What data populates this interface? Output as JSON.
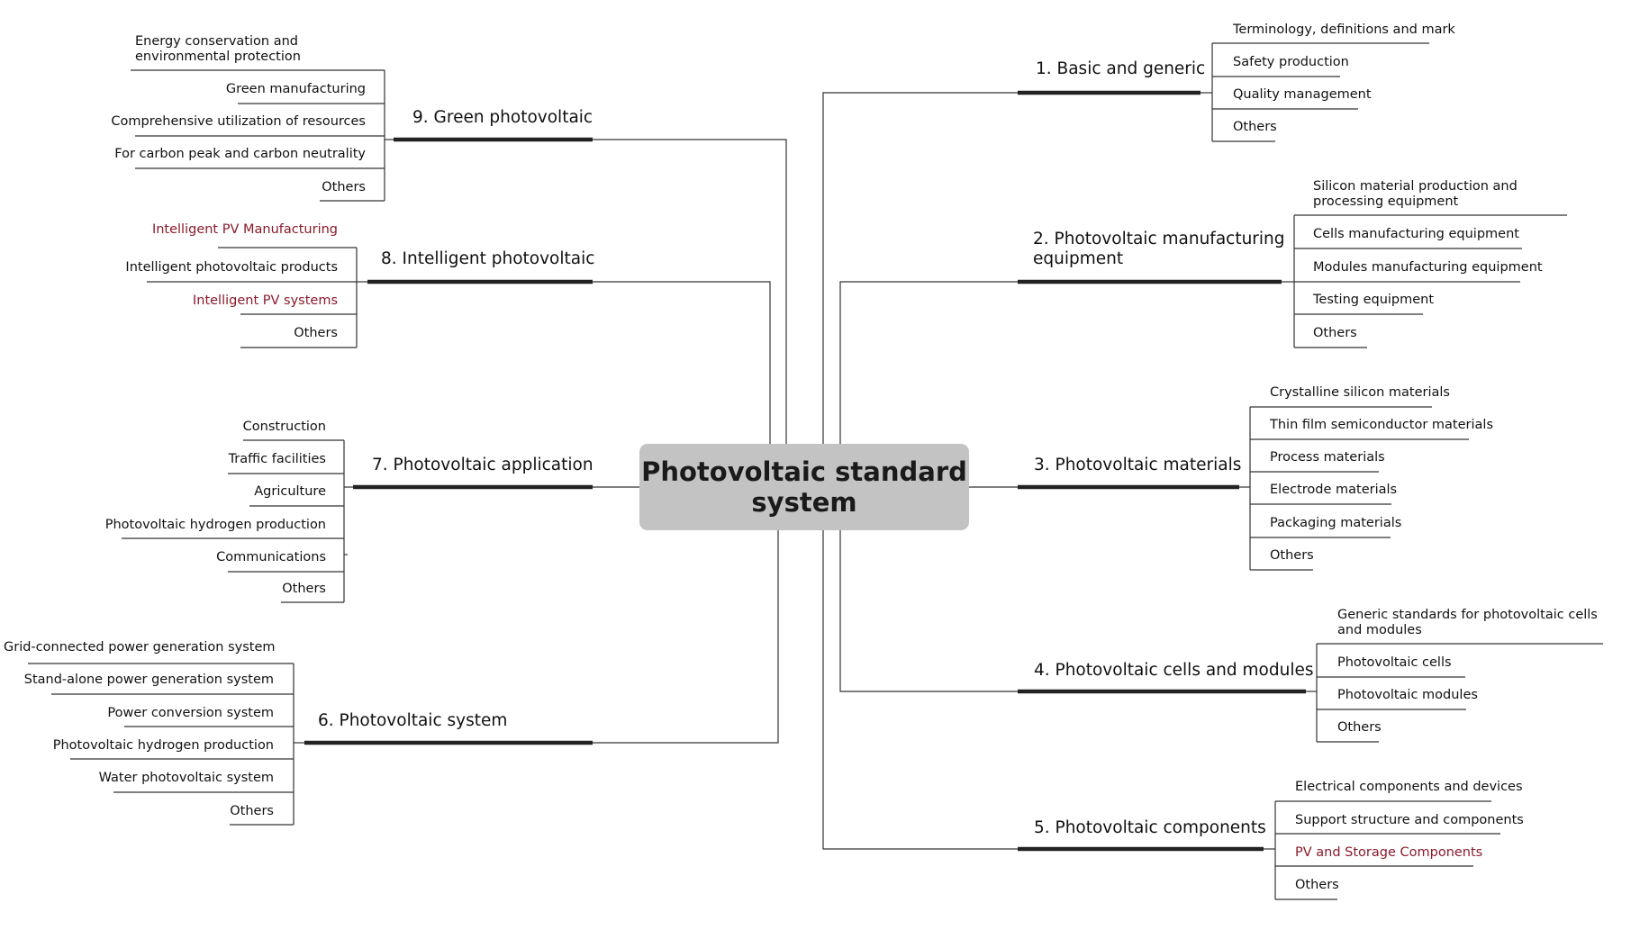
{
  "title": "Photovoltaic standard system",
  "colors": {
    "root_bg": "#c3c3c3",
    "line": "#333333",
    "trunk": "#222222",
    "highlight": "#8b1a2b"
  },
  "branches": [
    {
      "label": "1. Basic and generic",
      "leaves": [
        {
          "text": "Terminology, definitions and mark"
        },
        {
          "text": "Safety production"
        },
        {
          "text": "Quality management"
        },
        {
          "text": "Others"
        }
      ]
    },
    {
      "label": "2. Photovoltaic manufacturing equipment",
      "leaves": [
        {
          "text": "Silicon material production and processing equipment"
        },
        {
          "text": "Cells manufacturing equipment"
        },
        {
          "text": "Modules manufacturing equipment"
        },
        {
          "text": "Testing equipment"
        },
        {
          "text": "Others"
        }
      ]
    },
    {
      "label": "3. Photovoltaic materials",
      "leaves": [
        {
          "text": "Crystalline silicon materials"
        },
        {
          "text": "Thin film semiconductor materials"
        },
        {
          "text": "Process materials"
        },
        {
          "text": "Electrode materials"
        },
        {
          "text": "Packaging materials"
        },
        {
          "text": "Others"
        }
      ]
    },
    {
      "label": "4. Photovoltaic cells and modules",
      "leaves": [
        {
          "text": "Generic standards for photovoltaic cells and modules"
        },
        {
          "text": "Photovoltaic cells"
        },
        {
          "text": "Photovoltaic modules"
        },
        {
          "text": "Others"
        }
      ]
    },
    {
      "label": "5. Photovoltaic components",
      "leaves": [
        {
          "text": "Electrical components and devices"
        },
        {
          "text": "Support structure and components"
        },
        {
          "text": "PV and Storage Components",
          "highlight": true
        },
        {
          "text": "Others"
        }
      ]
    },
    {
      "label": "6. Photovoltaic system",
      "leaves": [
        {
          "text": "Grid-connected power generation system"
        },
        {
          "text": "Stand-alone power generation system"
        },
        {
          "text": "Power conversion system"
        },
        {
          "text": "Photovoltaic hydrogen production"
        },
        {
          "text": "Water photovoltaic system"
        },
        {
          "text": "Others"
        }
      ]
    },
    {
      "label": "7. Photovoltaic application",
      "leaves": [
        {
          "text": "Construction"
        },
        {
          "text": "Traffic facilities"
        },
        {
          "text": "Agriculture"
        },
        {
          "text": "Photovoltaic hydrogen production"
        },
        {
          "text": "Communications"
        },
        {
          "text": "Others"
        }
      ]
    },
    {
      "label": "8. Intelligent photovoltaic",
      "leaves": [
        {
          "text": "Intelligent PV Manufacturing",
          "highlight": true
        },
        {
          "text": "Intelligent photovoltaic products"
        },
        {
          "text": "Intelligent PV systems",
          "highlight": true
        },
        {
          "text": "Others"
        }
      ]
    },
    {
      "label": "9. Green photovoltaic",
      "leaves": [
        {
          "text": "Energy conservation and environmental protection"
        },
        {
          "text": "Green manufacturing"
        },
        {
          "text": "Comprehensive utilization of resources"
        },
        {
          "text": "For carbon peak and carbon neutrality"
        },
        {
          "text": "Others"
        }
      ]
    }
  ]
}
